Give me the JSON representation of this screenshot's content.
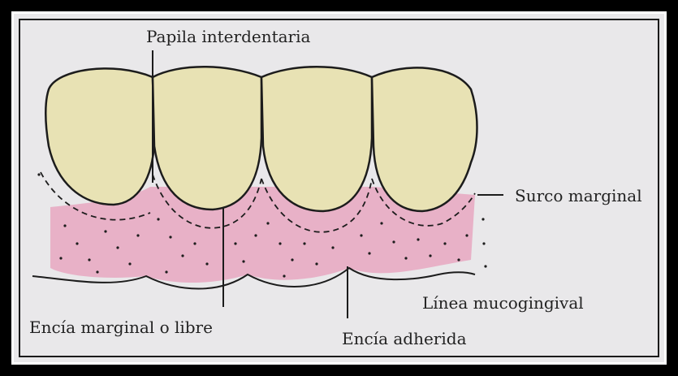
{
  "diagram": {
    "labels": {
      "papila": "Papila interdentaria",
      "surco": "Surco marginal",
      "linea": "Línea mucogingival",
      "encia_marginal": "Encía marginal o libre",
      "encia_adherida": "Encía adherida"
    },
    "colors": {
      "tooth": "#e8e2b4",
      "gum": "#e8a7c1",
      "paper": "#e9e8ea",
      "ink": "#222222"
    }
  }
}
